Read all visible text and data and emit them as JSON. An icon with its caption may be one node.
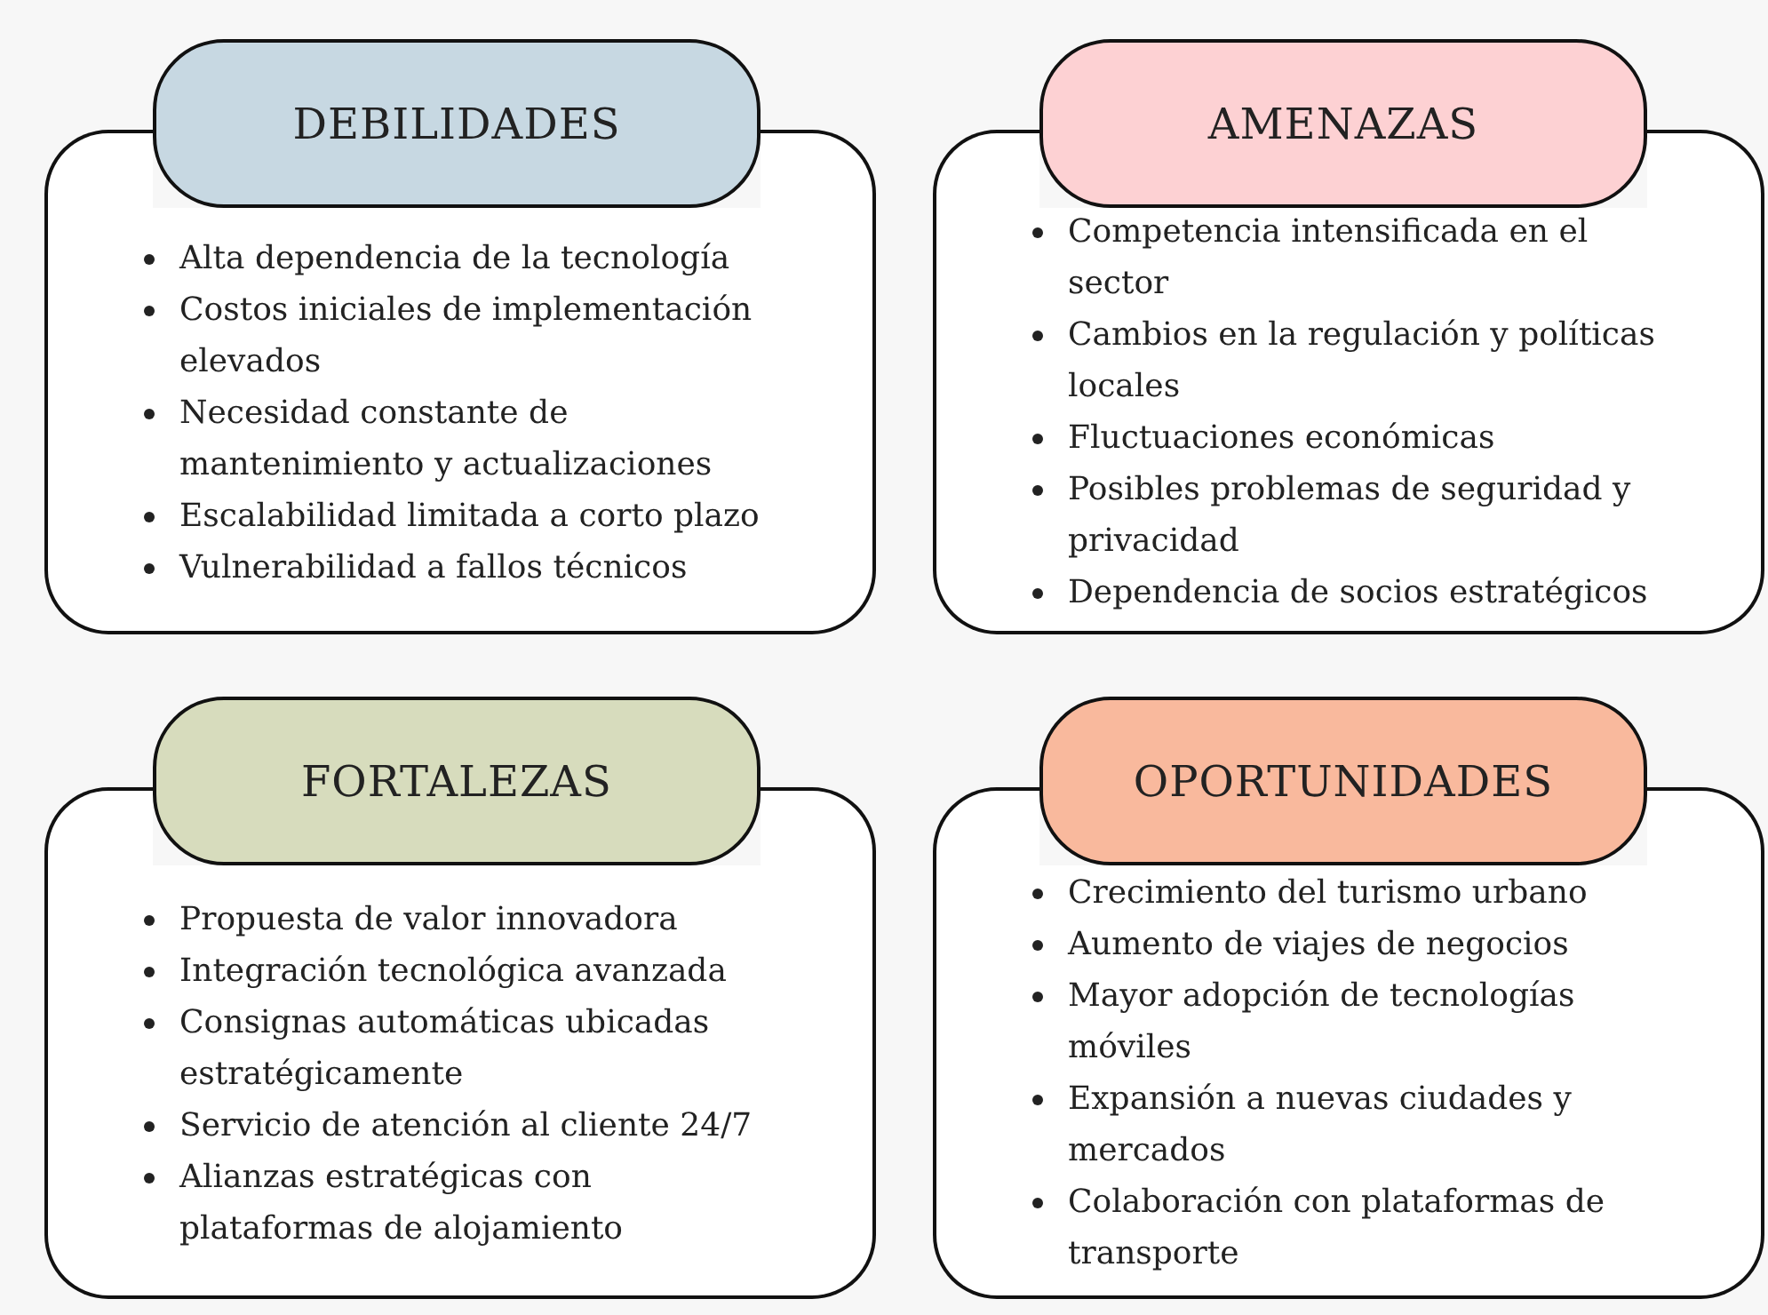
{
  "diagram": {
    "nodes": [
      {
        "text": [
          "DEBILIDADES"
        ]
      },
      {
        "text": [
          "Alta dependencia de la tecnología",
          "Costos iniciales de implementación elevados",
          "Necesidad constante de mantenimiento y actualizaciones",
          "Escalabilidad limitada a corto plazo",
          "Vulnerabilidad a fallos técnicos"
        ]
      },
      {
        "text": [
          "AMENAZAS"
        ]
      },
      {
        "text": [
          "Competencia intensificada en el sector",
          "Cambios en la regulación y políticas locales",
          "Fluctuaciones económicas",
          "Posibles problemas de seguridad y privacidad",
          "Dependencia de socios estratégicos"
        ]
      },
      {
        "text": [
          "FORTALEZAS"
        ]
      },
      {
        "text": [
          "Propuesta de valor innovadora",
          "Integración tecnológica avanzada",
          "Consignas automáticas ubicadas estratégicamente",
          "Servicio de atención al cliente 24/7",
          "Alianzas estratégicas con plataformas de alojamiento"
        ]
      },
      {
        "text": [
          "OPORTUNIDADES"
        ]
      },
      {
        "text": [
          "Crecimiento del turismo urbano",
          "Aumento de viajes de negocios",
          "Mayor adopción de tecnologías móviles",
          "Expansión a nuevas ciudades y mercados",
          "Colaboración con plataformas de transporte"
        ]
      }
    ]
  }
}
